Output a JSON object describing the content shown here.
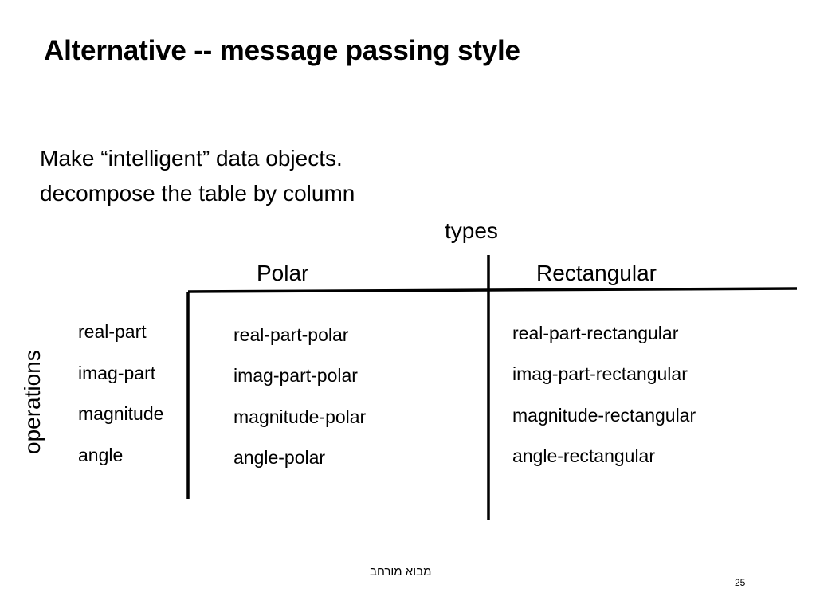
{
  "slide": {
    "title": "Alternative -- message passing style",
    "body_lines": [
      "Make “intelligent” data objects.",
      "decompose the table by column"
    ],
    "table": {
      "types_label": "types",
      "operations_label": "operations",
      "column_headers": [
        "Polar",
        "Rectangular"
      ],
      "operations": [
        "real-part",
        "imag-part",
        "magnitude",
        "angle"
      ],
      "polar_cells": [
        "real-part-polar",
        "imag-part-polar",
        "magnitude-polar",
        "angle-polar"
      ],
      "rectangular_cells": [
        "real-part-rectangular",
        "imag-part-rectangular",
        "magnitude-rectangular",
        "angle-rectangular"
      ]
    },
    "footer": "מבוא מורחב",
    "page_number": "25"
  }
}
